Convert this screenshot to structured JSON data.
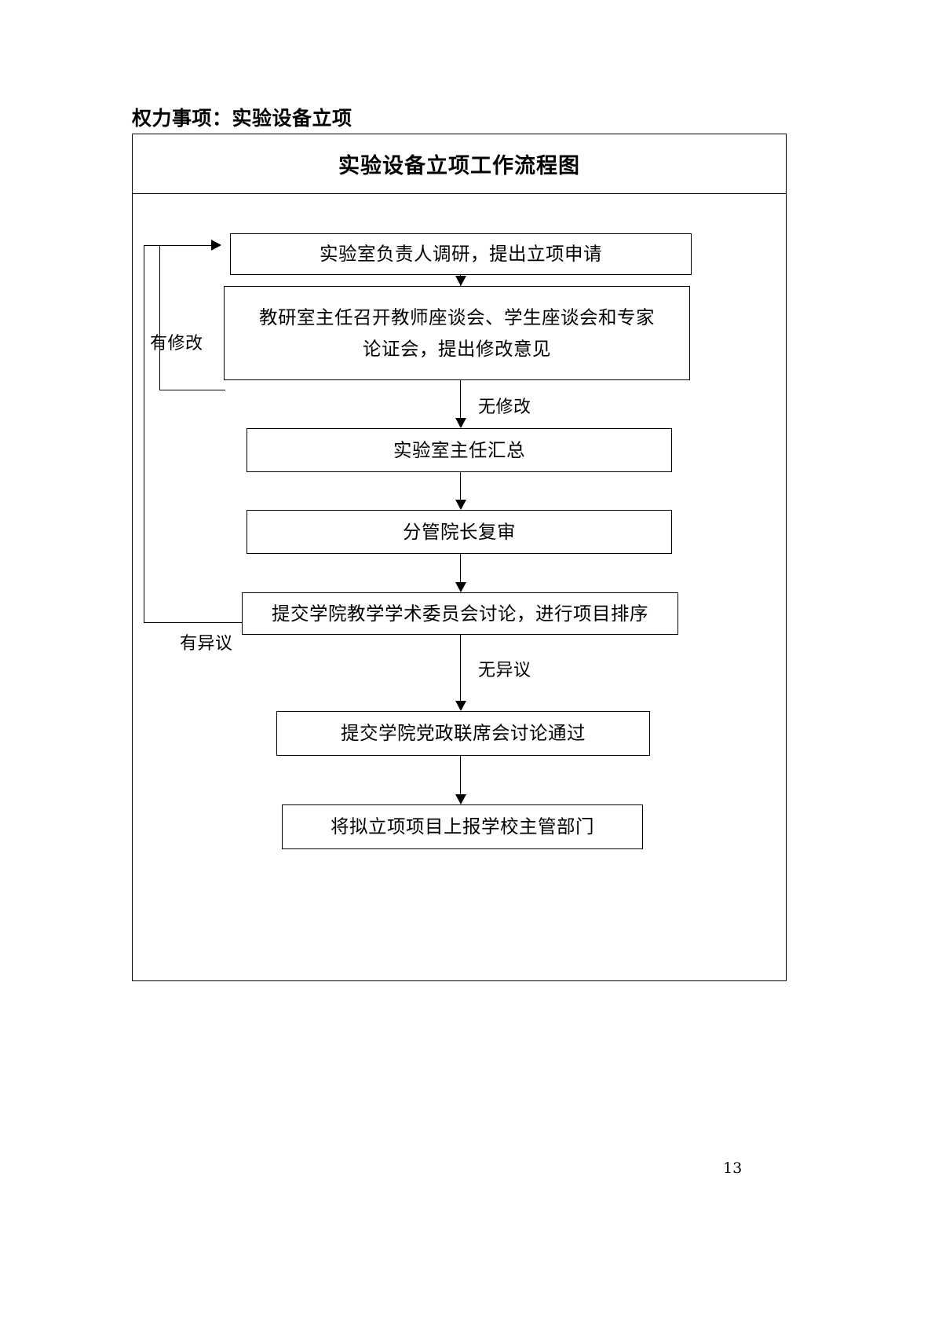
{
  "document": {
    "header_label": "权力事项：实验设备立项",
    "page_number": "13"
  },
  "flowchart": {
    "title": "实验设备立项工作流程图",
    "nodes": [
      {
        "id": "node-1",
        "lines": [
          "实验室负责人调研，提出立项申请"
        ]
      },
      {
        "id": "node-2",
        "lines": [
          "教研室主任召开教师座谈会、学生座谈会和专家",
          "论证会，提出修改意见"
        ]
      },
      {
        "id": "node-3",
        "lines": [
          "实验室主任汇总"
        ]
      },
      {
        "id": "node-4",
        "lines": [
          "分管院长复审"
        ]
      },
      {
        "id": "node-5",
        "lines": [
          "提交学院教学学术委员会讨论，进行项目排序"
        ]
      },
      {
        "id": "node-6",
        "lines": [
          "提交学院党政联席会讨论通过"
        ]
      },
      {
        "id": "node-7",
        "lines": [
          "将拟立项项目上报学校主管部门"
        ]
      }
    ],
    "edge_labels": {
      "has_revision": "有修改",
      "no_revision": "无修改",
      "has_objection": "有异议",
      "no_objection": "无异议"
    }
  },
  "colors": {
    "ink": "#000000",
    "paper": "#ffffff"
  }
}
